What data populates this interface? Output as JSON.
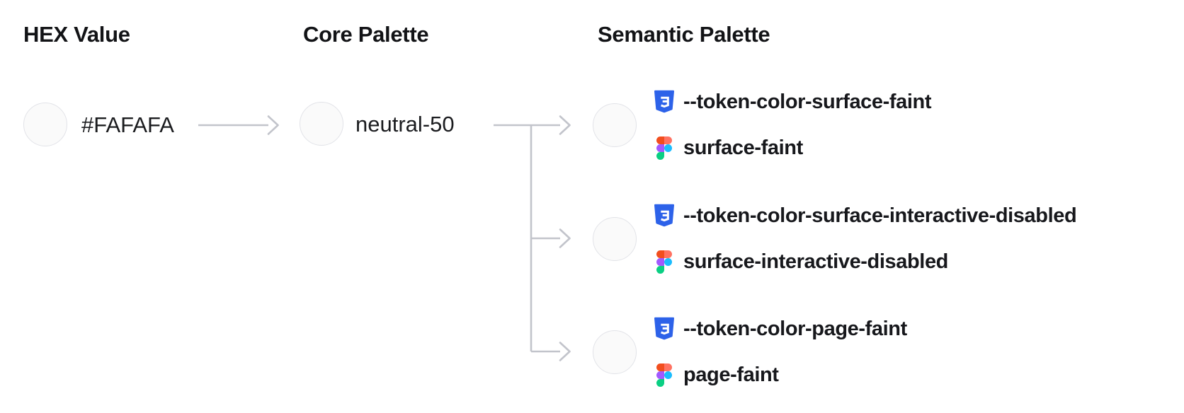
{
  "columns": {
    "hex": {
      "title": "HEX Value"
    },
    "core": {
      "title": "Core Palette"
    },
    "semantic": {
      "title": "Semantic Palette"
    }
  },
  "hex": {
    "value": "#FAFAFA",
    "swatch_color": "#FAFAFA"
  },
  "core": {
    "name": "neutral-50",
    "swatch_color": "#FAFAFA"
  },
  "semantic": {
    "tokens": [
      {
        "css": "--token-color-surface-faint",
        "figma": "surface-faint",
        "swatch_color": "#FAFAFA"
      },
      {
        "css": "--token-color-surface-interactive-disabled",
        "figma": "surface-interactive-disabled",
        "swatch_color": "#FAFAFA"
      },
      {
        "css": "--token-color-page-faint",
        "figma": "page-faint",
        "swatch_color": "#FAFAFA"
      }
    ]
  },
  "icons": {
    "css_badge": {
      "label": "css3-icon",
      "shield_color": "#2D62E9",
      "glyph_color": "#FFFFFF"
    },
    "figma": {
      "label": "figma-icon",
      "red": "#F24E1E",
      "salmon": "#FF7262",
      "purple": "#A259FF",
      "blue": "#1ABCFE",
      "green": "#0ACF83"
    }
  },
  "colors": {
    "connector": "#C2C4CB",
    "swatch_border": "#E2E3E8",
    "text": "#17181C"
  }
}
